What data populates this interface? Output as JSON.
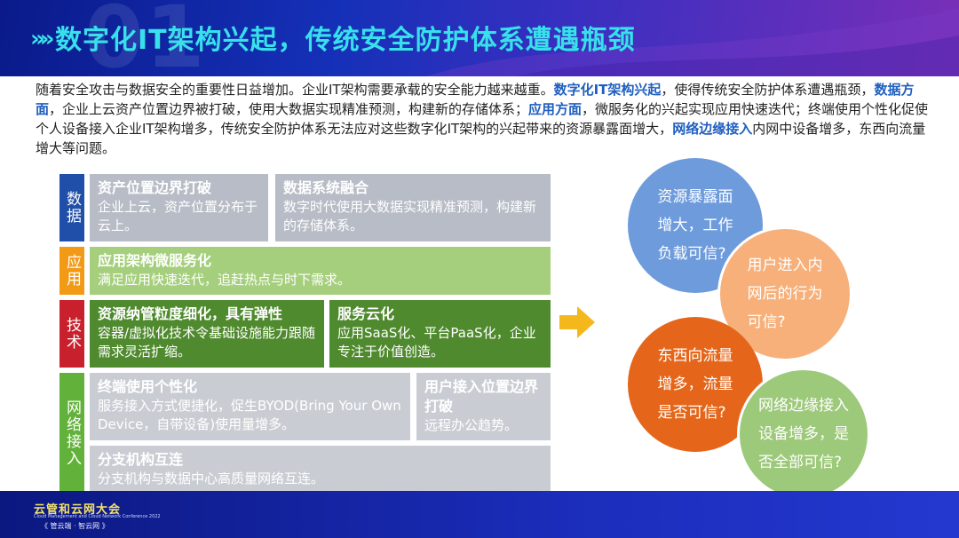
{
  "header": {
    "ghost_number": "01",
    "chevrons": "»»",
    "title": "数字化IT架构兴起，传统安全防护体系遭遇瓶颈"
  },
  "intro": {
    "p1": "随着安全攻击与数据安全的重要性日益增加。企业IT架构需要承载的安全能力越来越重。",
    "hl1": "数字化IT架构兴起",
    "p2": "，使得传统安全防护体系遭遇瓶颈，",
    "hl2": "数据方面",
    "p3": "，企业上云资产位置边界被打破，使用大数据实现精准预测，构建新的存储体系；",
    "hl3": "应用方面",
    "p4": "，微服务化的兴起实现应用快速迭代；终端使用个性化促使个人设备接入企业IT架构增多，传统安全防护体系无法应对这些数字化IT架构的兴起带来的资源暴露面增大，",
    "hl4": "网络边缘接入",
    "p5": "内网中设备增多，东西向流量增大等问题。"
  },
  "matrix": {
    "categories": [
      {
        "label": "数据",
        "color": "#1f4fa8"
      },
      {
        "label": "应用",
        "color": "#f29a16"
      },
      {
        "label": "技术",
        "color": "#c8202c"
      },
      {
        "label": "网络接入",
        "color": "#62b13a"
      }
    ],
    "data_cell1": {
      "title": "资产位置边界打破",
      "body": "企业上云，资产位置分布于云上。"
    },
    "data_cell2": {
      "title": "数据系统融合",
      "body": "数字时代使用大数据实现精准预测，构建新的存储体系。"
    },
    "app_cell": {
      "title": "应用架构微服务化",
      "body": "满足应用快速迭代，追赶热点与时下需求。"
    },
    "tech_cell1": {
      "title": "资源纳管粒度细化，具有弹性",
      "body": "容器/虚拟化技术令基础设施能力跟随需求灵活扩缩。"
    },
    "tech_cell2": {
      "title": "服务云化",
      "body": "应用SaaS化、平台PaaS化，企业专注于价值创造。"
    },
    "net_cell1": {
      "title": "终端使用个性化",
      "body": "服务接入方式便捷化，促生BYOD(Bring Your Own Device，自带设备)使用量增多。"
    },
    "net_cell2": {
      "title": "用户接入位置边界打破",
      "body": "远程办公趋势。"
    },
    "net_cell3": {
      "title": "分支机构互连",
      "body": "分支机构与数据中心高质量网络互连。"
    }
  },
  "circles": [
    {
      "lines": [
        "资源暴露面",
        "增大，工作",
        "负载可信?"
      ],
      "color": "#6d9bdc"
    },
    {
      "lines": [
        "用户进入内",
        "网后的行为",
        "可信?"
      ],
      "color": "#f7b07a"
    },
    {
      "lines": [
        "东西向流量",
        "增多，流量",
        "是否可信?"
      ],
      "color": "#e5661a"
    },
    {
      "lines": [
        "网络边缘接入",
        "设备增多，是",
        "否全部可信?"
      ],
      "color": "#9dc97a"
    }
  ],
  "footer": {
    "logo": "云管和云网大会",
    "sub1": "Cloud Management and Cloud Network Conference 2022",
    "sub2": "《 管云端 · 智云网 》"
  },
  "colors": {
    "accent_title": "#37e0ea",
    "highlight": "#1f5fbf",
    "arrow": "#f5b81c"
  }
}
